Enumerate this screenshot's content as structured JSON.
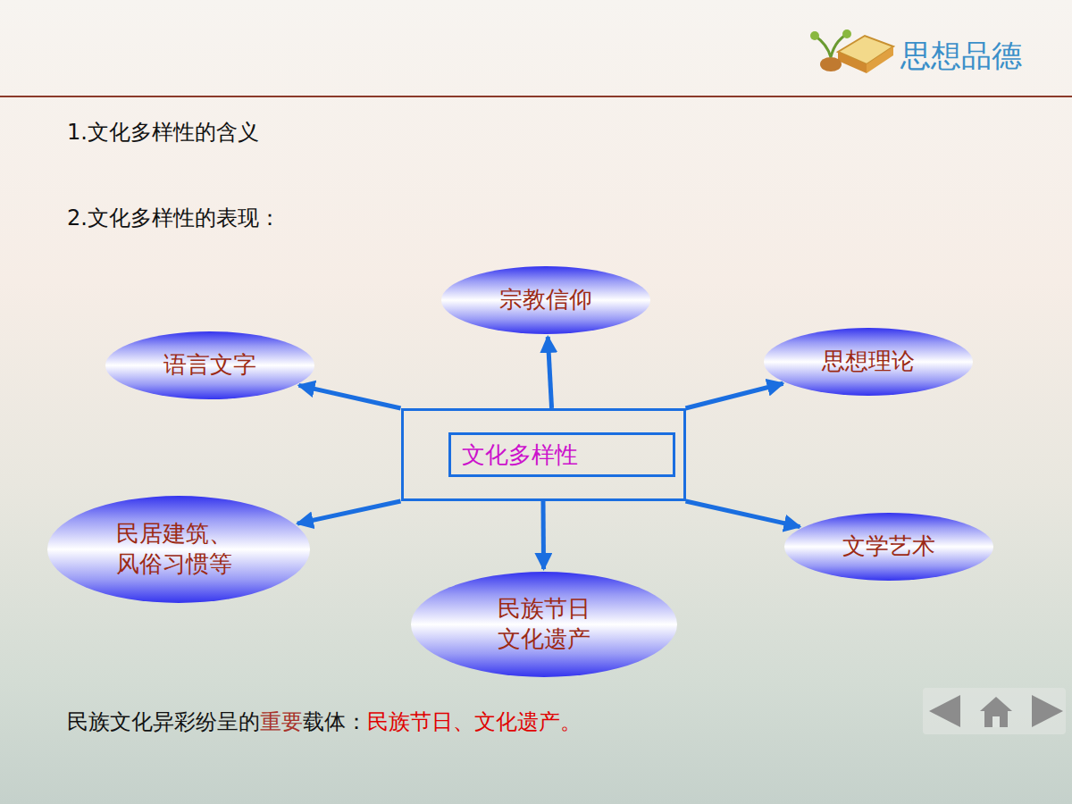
{
  "diagram": {
    "nodes": [
      {
        "text": [
          "宗教信仰"
        ]
      },
      {
        "text": [
          "语言文字"
        ]
      },
      {
        "text": [
          "思想理论"
        ]
      },
      {
        "text": [
          "文化多样性"
        ]
      },
      {
        "text": [
          "民居建筑、 风俗习惯等"
        ]
      },
      {
        "text": [
          "文学艺术"
        ]
      },
      {
        "text": [
          "民族节日 文化遗产"
        ]
      }
    ],
    "edges": [
      {
        "from": 3,
        "to": 0,
        "arrow": "to"
      },
      {
        "from": 3,
        "to": 1,
        "arrow": "to"
      },
      {
        "from": 3,
        "to": 2,
        "arrow": "to"
      },
      {
        "from": 3,
        "to": 4,
        "arrow": "to"
      },
      {
        "from": 3,
        "to": 6,
        "arrow": "to"
      },
      {
        "from": 3,
        "to": 5,
        "arrow": "to"
      }
    ],
    "labels": [
      "思想品德",
      "1.文化多样性的含义",
      "2.文化多样性的表现：",
      "民族文化异彩纷呈的",
      "重要",
      "载体：",
      "民族节日、文化遗产。"
    ]
  }
}
